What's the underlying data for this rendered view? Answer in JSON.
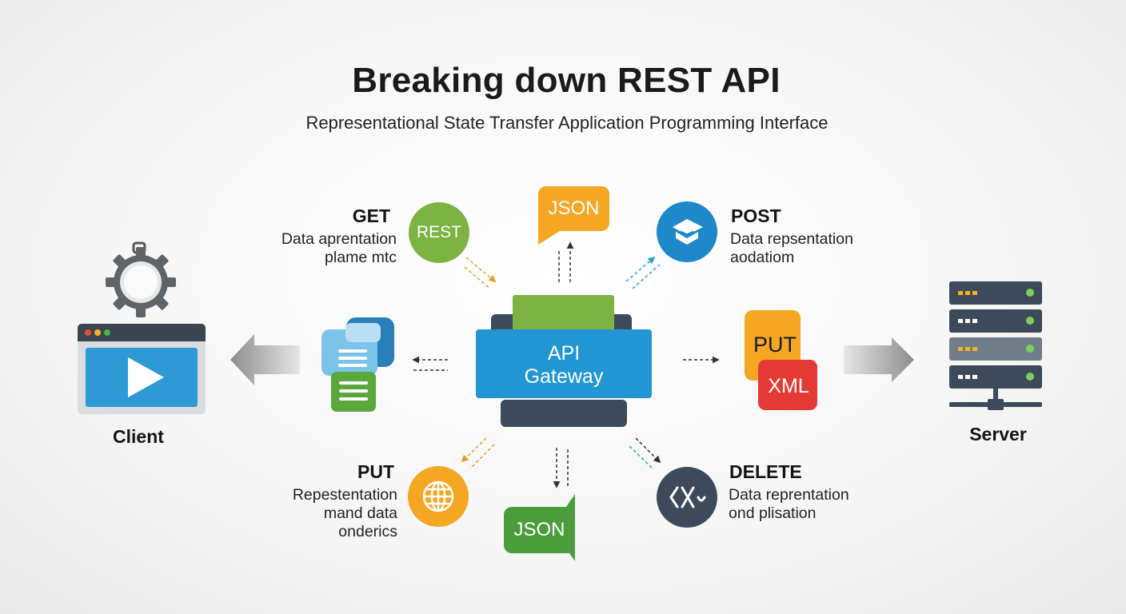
{
  "title": "Breaking down REST API",
  "subtitle": "Representational State Transfer Application Programming Interface",
  "client": {
    "label": "Client"
  },
  "server": {
    "label": "Server"
  },
  "gateway": {
    "line1": "API",
    "line2": "Gateway"
  },
  "methods": {
    "get": {
      "label": "GET",
      "desc_line1": "Data aprentation",
      "desc_line2": "plame mtc",
      "badge": "REST"
    },
    "post": {
      "label": "POST",
      "desc_line1": "Data repsentation",
      "desc_line2": "aodatiom"
    },
    "put": {
      "label": "PUT",
      "desc_line1": "Repestentation",
      "desc_line2": "mand data",
      "desc_line3": "onderics"
    },
    "delete": {
      "label": "DELETE",
      "desc_line1": "Data reprentation",
      "desc_line2": "ond plisation"
    }
  },
  "formats": {
    "json_top": "JSON",
    "json_bottom": "JSON",
    "put_card": "PUT",
    "xml_card": "XML"
  },
  "colors": {
    "green": "#7cb342",
    "orange": "#f5a623",
    "blue": "#1e88c8",
    "red": "#e53935",
    "dark_navy": "#3d4a5c",
    "gateway_blue": "#2196d3",
    "dark_green": "#4a9d3a"
  },
  "icons": [
    "gear-icon",
    "browser-window-icon",
    "play-icon",
    "document-stack-icon",
    "server-rack-icon",
    "globe-icon",
    "code-icon",
    "chat-icon",
    "arrow-left-icon",
    "arrow-right-icon"
  ]
}
